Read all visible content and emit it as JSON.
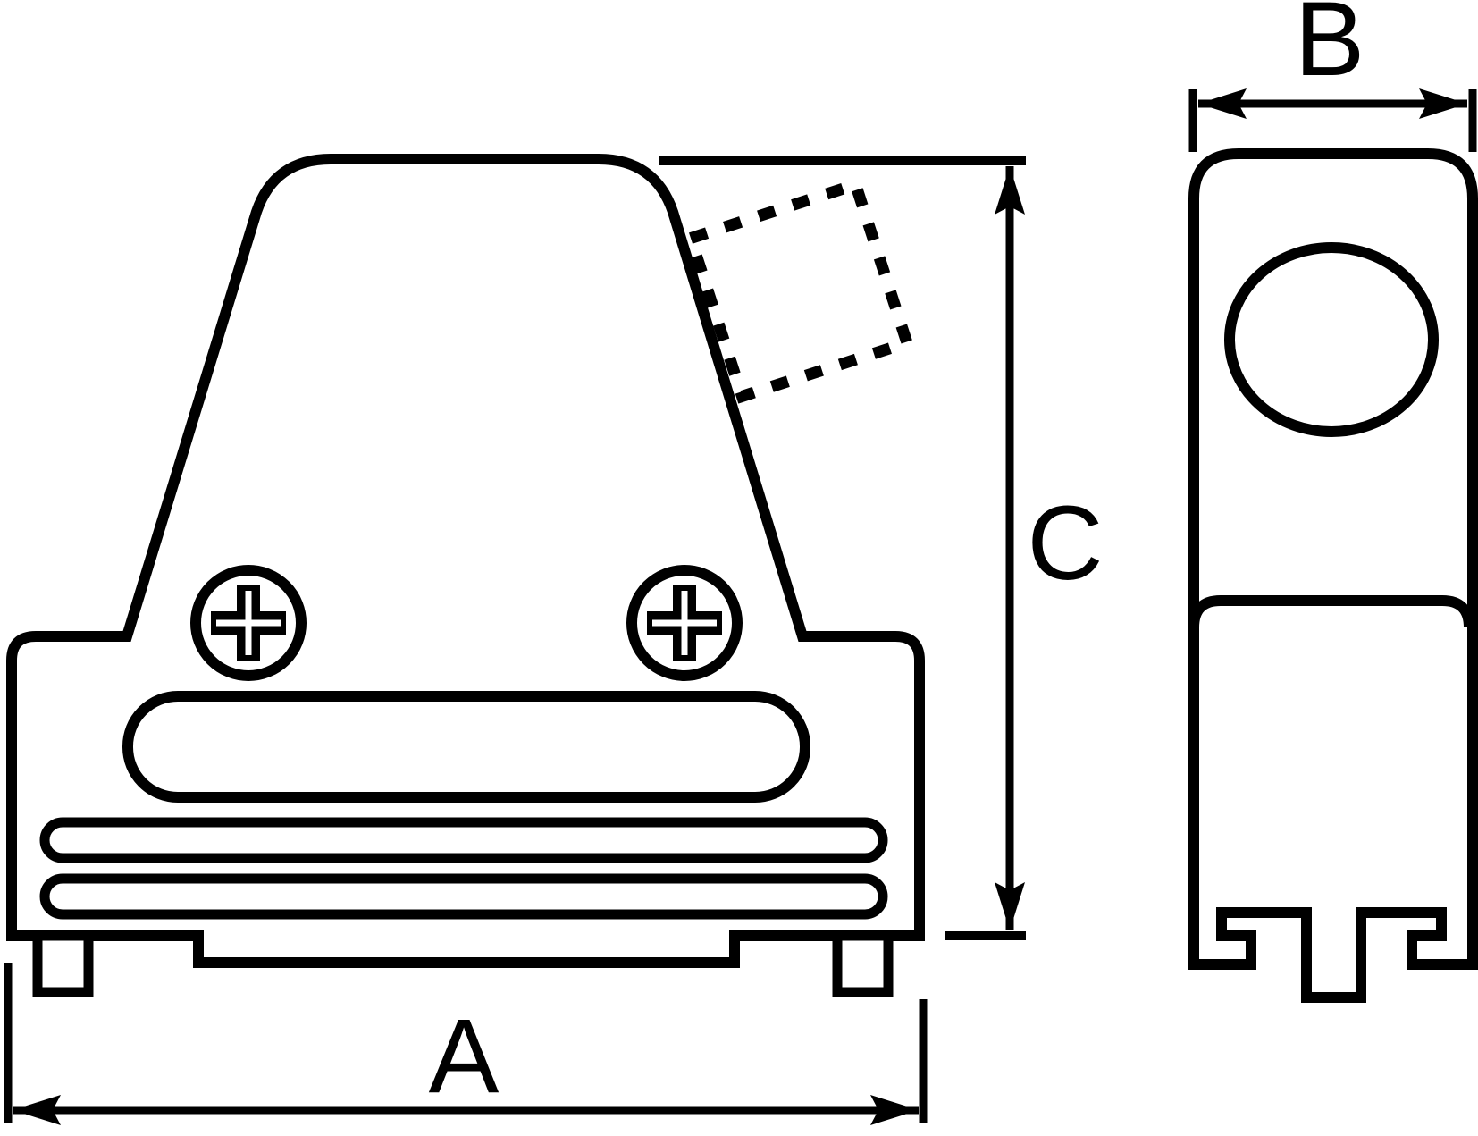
{
  "title": "Connector hood dimensional drawing",
  "labels": {
    "dim_a": "A",
    "dim_b": "B",
    "dim_c": "C"
  },
  "colors": {
    "line": "#000000",
    "background": "#ffffff"
  }
}
